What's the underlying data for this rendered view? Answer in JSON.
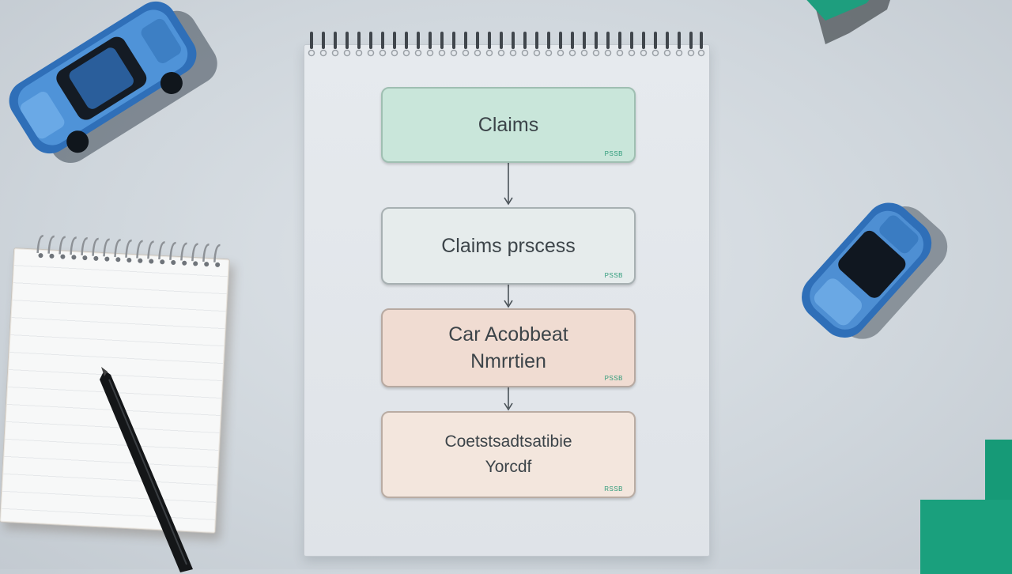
{
  "flowchart": {
    "steps": [
      {
        "label_line1": "Claims",
        "label_line2": "",
        "tag": "PSSB",
        "color": "#c9e6da"
      },
      {
        "label_line1": "Claims prscess",
        "label_line2": "",
        "tag": "PSSB",
        "color": "#e6ecec"
      },
      {
        "label_line1": "Car Acobbeat",
        "label_line2": "Nmrrtien",
        "tag": "PSSB",
        "color": "#f0dcd2"
      },
      {
        "label_line1": "Coetstsadtsatibie",
        "label_line2": "Yorcdf",
        "tag": "RSSB",
        "color": "#f3e6dd"
      }
    ]
  },
  "scene": {
    "accent_green": "#1a9c7c",
    "car_blue": "#3f7fc8",
    "icons": [
      "toy-car-icon",
      "notepad-icon",
      "pen-icon",
      "green-block-icon"
    ]
  }
}
